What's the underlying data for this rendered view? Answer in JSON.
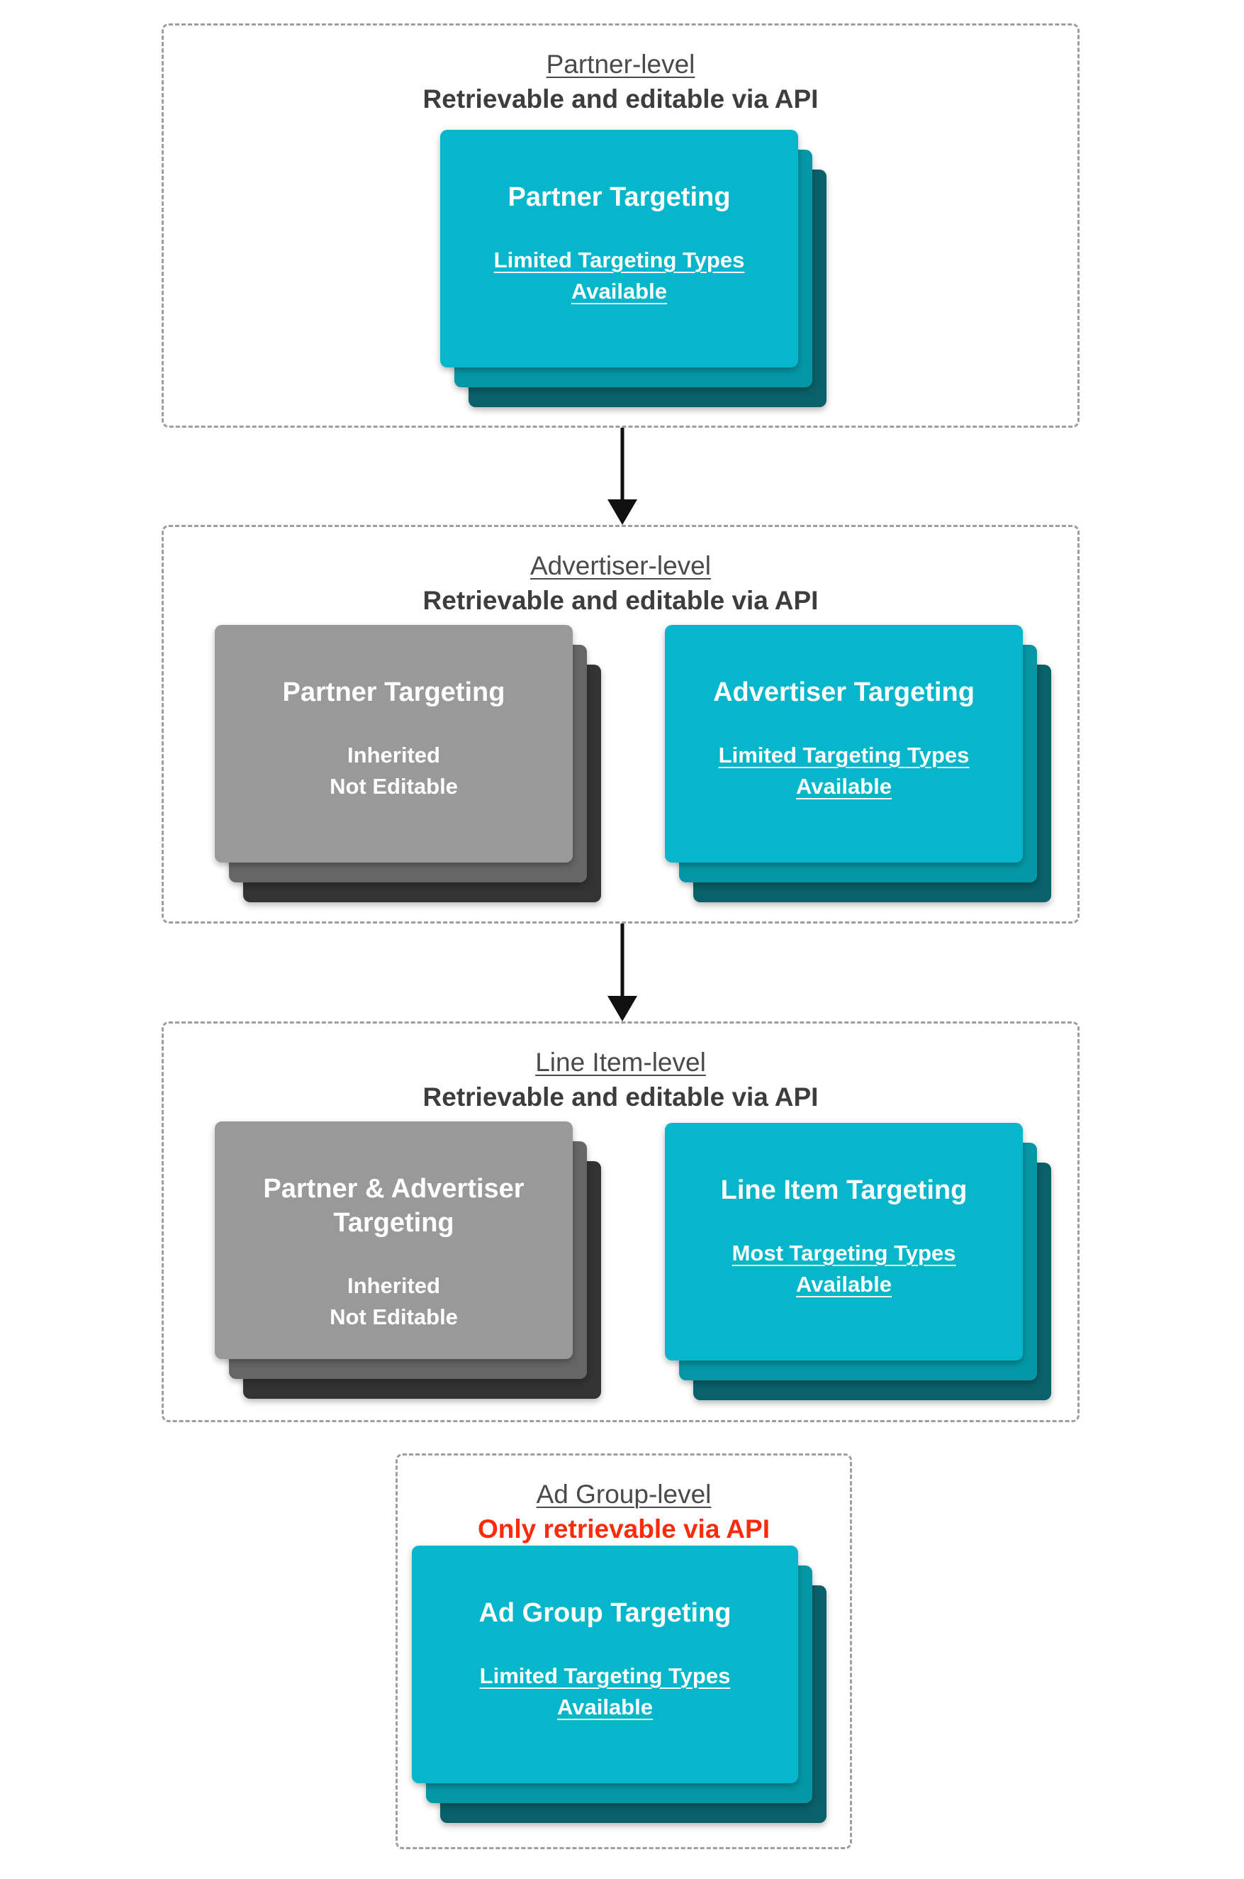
{
  "colors": {
    "card_cyan": "#06B6CB",
    "card_teal_mid": "#0597A5",
    "card_teal_dark": "#0A616A",
    "card_gray": "#999999",
    "card_gray_mid": "#666666",
    "card_gray_dark": "#333333",
    "heading_gray": "#4A4A4A",
    "subtitle_gray": "#3D3D3D",
    "subtitle_red": "#FB2B0B",
    "dashed_border": "#9E9E9E",
    "arrow_black": "#111111",
    "card_text": "#FFFFFF"
  },
  "sections": [
    {
      "title": "Partner-level",
      "subtitle": "Retrievable and editable via API",
      "cards": [
        {
          "title": "Partner Targeting",
          "subtitle_line1": "Limited Targeting Types",
          "subtitle_line2": "Available"
        }
      ]
    },
    {
      "title": "Advertiser-level",
      "subtitle": "Retrievable and editable via API",
      "cards": [
        {
          "title": "Partner Targeting",
          "subtitle_line1": "Inherited",
          "subtitle_line2": "Not Editable"
        },
        {
          "title": "Advertiser Targeting",
          "subtitle_line1": "Limited Targeting Types",
          "subtitle_line2": "Available"
        }
      ]
    },
    {
      "title": "Line Item-level",
      "subtitle": "Retrievable and editable via API",
      "cards": [
        {
          "title": "Partner & Advertiser Targeting",
          "subtitle_line1": "Inherited",
          "subtitle_line2": "Not Editable"
        },
        {
          "title": "Line Item Targeting",
          "subtitle_line1": "Most Targeting Types",
          "subtitle_line2": "Available"
        }
      ]
    },
    {
      "title": "Ad Group-level",
      "subtitle": "Only retrievable via API",
      "cards": [
        {
          "title": "Ad Group Targeting",
          "subtitle_line1": "Limited Targeting Types",
          "subtitle_line2": "Available"
        }
      ]
    }
  ],
  "arrows": [
    "partner-level to advertiser-level",
    "advertiser-level to line-item-level"
  ]
}
